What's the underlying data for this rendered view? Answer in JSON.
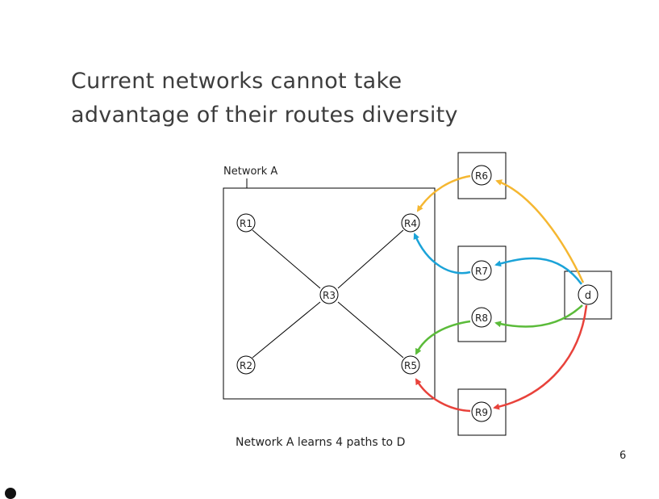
{
  "slide": {
    "title_line1": "Current networks cannot take",
    "title_line2": "advantage of their routes diversity",
    "caption": "Network A learns 4 paths to D",
    "page_number": "6"
  },
  "network": {
    "label": "Network A",
    "routers": [
      "R1",
      "R2",
      "R3",
      "R4",
      "R5"
    ]
  },
  "neighbors": [
    "R6",
    "R7",
    "R8",
    "R9"
  ],
  "destination": "d",
  "path_colors": {
    "orange": "#f5b731",
    "blue": "#1ba3d8",
    "green": "#5bbb3a",
    "red": "#e8423b"
  }
}
